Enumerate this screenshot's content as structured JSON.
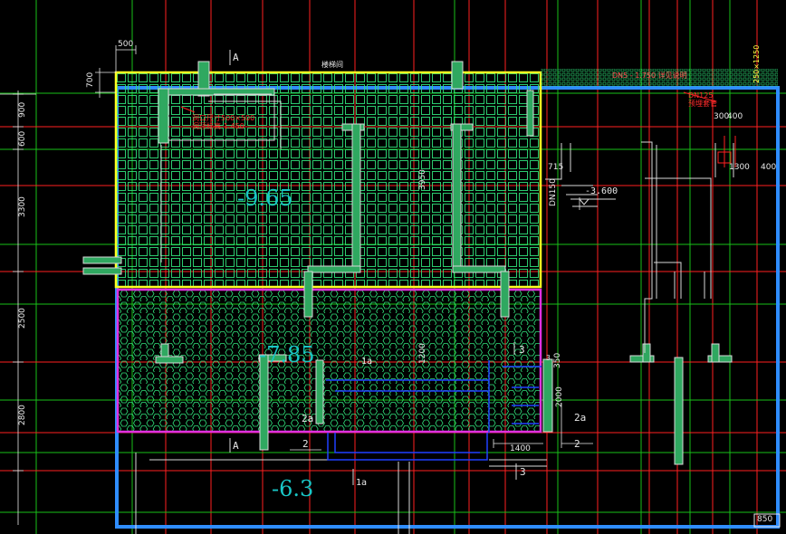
{
  "viewport": {
    "background": "#000000",
    "colors": {
      "grid_red": "#ff2020",
      "grid_green": "#19c019",
      "zone_yellow": "#ffff20",
      "zone_magenta": "#e030e0",
      "zone_blue": "#2f8dff",
      "hatch": "#2fe07a",
      "wall": "#d9d9d9",
      "wall_fill": "#2fa860",
      "elevation_text": "#19c6c6"
    }
  },
  "zones": {
    "upper": {
      "elevation": "-9.65",
      "hatch": "square-grid"
    },
    "middle": {
      "elevation": "-7.85",
      "hatch": "hexagon"
    },
    "lower": {
      "elevation": "-6.3"
    }
  },
  "elevation_marker": {
    "value": "-3.600"
  },
  "dimensions": {
    "left_column": [
      "900",
      "600",
      "3300",
      "2500",
      "2800"
    ],
    "top": [
      "500",
      "700"
    ],
    "inner": [
      "3950",
      "1200",
      "2000",
      "1400",
      "715",
      "300",
      "400",
      "1300",
      "400",
      "350",
      "850"
    ]
  },
  "axis_labels": [
    "A",
    "A",
    "1a",
    "1a",
    "2a",
    "2a",
    "2",
    "2",
    "3",
    "3",
    "3"
  ],
  "annotations": {
    "header_text": "楼梯间",
    "pipe_label": "DN150",
    "red_note_1": "洞口尺寸500×500",
    "red_note_2": "洞顶标高-1.450",
    "red_note_3": "DN125",
    "red_note_4": "预埋套管",
    "yellow_right": "250×1250",
    "green_note": "DN5 - 1.750 详见说明"
  }
}
